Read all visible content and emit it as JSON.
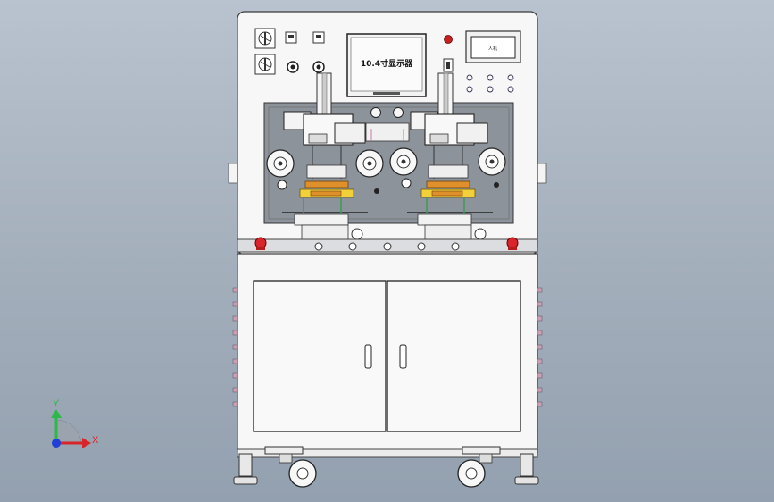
{
  "screen_label": "10.4寸显示器",
  "hmi_label": "人机",
  "axis": {
    "x_label": "X",
    "y_label": "Y",
    "x_color": "#d8242a",
    "y_color": "#2db84a",
    "z_color": "#1f3fd6"
  },
  "colors": {
    "background": "#a7b2bf",
    "frame": "#f7f7f7",
    "outline": "#3a3a3a",
    "fixture_panel": "#8d939b",
    "accent_orange": "#e0902a",
    "accent_yellow": "#f2d03a",
    "estop_red": "#d8242a",
    "rail_green": "#3b9b55"
  },
  "icons": [
    "selector-switch-icon",
    "power-indicator-icon",
    "emergency-stop-icon",
    "caster-wheel-icon",
    "leveling-foot-icon",
    "door-handle-icon",
    "axis-triad-icon"
  ]
}
